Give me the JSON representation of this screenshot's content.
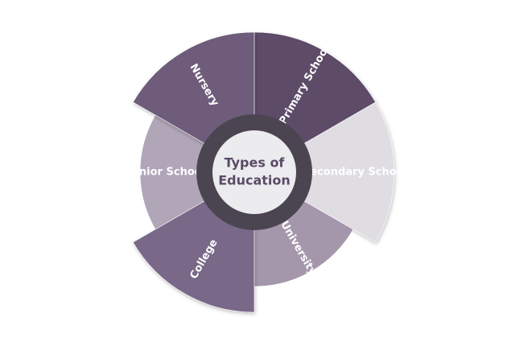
{
  "diagram": {
    "center": {
      "line1": "Types of",
      "line2": "Education"
    },
    "segments": [
      {
        "label": "Primary School",
        "color": "#5d4b68",
        "emphasis": "popped"
      },
      {
        "label": "Secondary School",
        "color": "#dfdce2",
        "emphasis": "popped"
      },
      {
        "label": "University",
        "color": "#a497ab",
        "emphasis": "normal"
      },
      {
        "label": "College",
        "color": "#7a6888",
        "emphasis": "popped"
      },
      {
        "label": "Junior School",
        "color": "#b1a5b8",
        "emphasis": "normal"
      },
      {
        "label": "Nursery",
        "color": "#6e5c7a",
        "emphasis": "popped"
      }
    ],
    "colors": {
      "center_fill": "#ececef",
      "center_ring": "#4a4550",
      "center_text": "#5a4a66"
    }
  }
}
